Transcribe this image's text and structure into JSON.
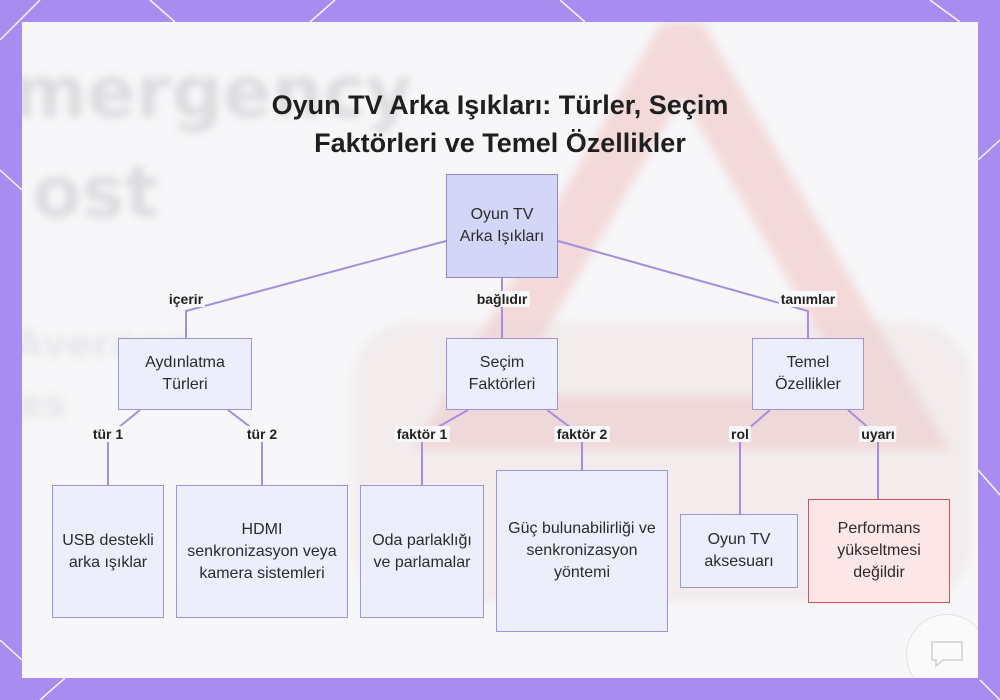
{
  "title": {
    "line1": "Oyun TV Arka Işıkları: Türler, Seçim",
    "line2": "Faktörleri ve Temel Özellikler"
  },
  "background": {
    "words": [
      "mergency",
      "ost",
      "Average",
      "es"
    ]
  },
  "nodes": {
    "root": "Oyun TV Arka Işıkları",
    "lighting_types": "Aydınlatma Türleri",
    "selection_factors": "Seçim Faktörleri",
    "core_features": "Temel Özellikler",
    "usb": "USB destekli arka ışıklar",
    "hdmi": "HDMI senkronizasyon veya kamera sistemleri",
    "room": "Oda parlaklığı ve parlamalar",
    "power": "Güç bulunabilirliği ve senkronizasyon yöntemi",
    "accessory": "Oyun TV aksesuarı",
    "warning": "Performans yükseltmesi değildir"
  },
  "edge_labels": {
    "includes": "içerir",
    "depends": "bağlıdır",
    "defines": "tanımlar",
    "type1": "tür 1",
    "type2": "tür 2",
    "factor1": "faktör 1",
    "factor2": "faktör 2",
    "role": "rol",
    "warning": "uyarı"
  },
  "colors": {
    "frame": "#a98cf0",
    "node_fill": "#eceefc",
    "root_fill": "#d4d6f8",
    "node_border": "#9d95d8",
    "edge": "#a58ee0",
    "warn_fill": "#fde6e7",
    "warn_border": "#d04e5e"
  },
  "watermark_icon": "chat-bubble-icon"
}
